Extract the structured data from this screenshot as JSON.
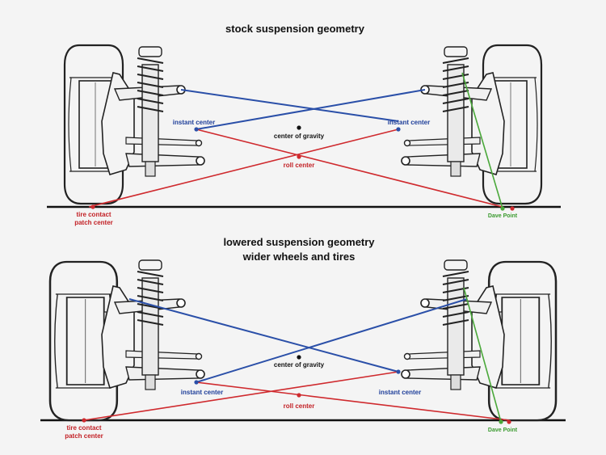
{
  "top": {
    "title": "stock suspension geometry",
    "labels": {
      "instant_center_left": "instant center",
      "instant_center_right": "instant center",
      "center_of_gravity": "center of gravity",
      "roll_center": "roll center",
      "tire_contact_line1": "tire contact",
      "tire_contact_line2": "patch center",
      "dave_point": "Dave Point"
    }
  },
  "bottom": {
    "title_line1": "lowered suspension geometry",
    "title_line2": "wider wheels and tires",
    "labels": {
      "instant_center_left": "instant center",
      "instant_center_right": "instant center",
      "center_of_gravity": "center of gravity",
      "roll_center": "roll center",
      "tire_contact_line1": "tire contact",
      "tire_contact_line2": "patch center",
      "dave_point": "Dave Point"
    }
  },
  "colors": {
    "upper_arm_lines": "#2a4fa8",
    "roll_lines": "#cf2a2e",
    "dave_line": "#4aa83a",
    "ground": "#111111",
    "ink": "#222222",
    "background": "#f4f4f4"
  }
}
